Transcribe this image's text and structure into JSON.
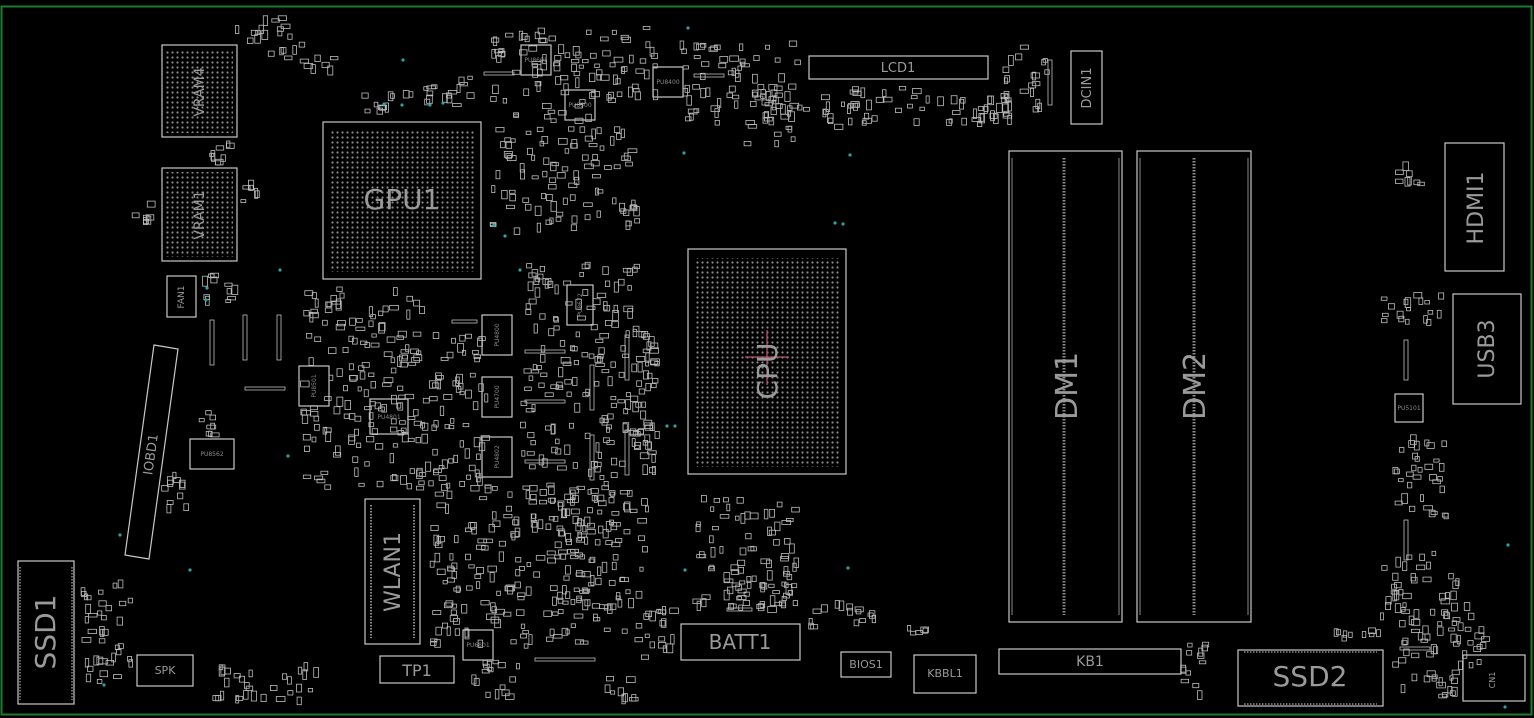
{
  "board": {
    "border_color": "#1e7a2e",
    "outline_color": "#c8c8c8",
    "label_color": "#9a9a9a",
    "via_color": "#2aa3a3",
    "cpu_cross_color": "#c0506a"
  },
  "components": {
    "gpu": "GPU1",
    "cpu": "CPU",
    "vram4": "VRAM4",
    "vram1": "VRAM1",
    "lcd": "LCD1",
    "dcin": "DCIN1",
    "dm1": "DM1",
    "dm2": "DM2",
    "hdmi": "HDMI1",
    "usb3": "USB3",
    "wlan": "WLAN1",
    "iobd": "IOBD1",
    "fan": "FAN1",
    "ssd1": "SSD1",
    "ssd2": "SSD2",
    "spk": "SPK",
    "tp": "TP1",
    "batt": "BATT1",
    "bios": "BIOS1",
    "kbbl": "KBBL1",
    "kb": "KB1",
    "cn": "CN1",
    "pu8562": "PU8562",
    "pu4801": "PU4801",
    "pu4802": "PU4802",
    "pu4700": "PU4700",
    "pu4800": "PU4800",
    "pu8672": "PU8672",
    "pu8601": "PU8601",
    "pu8600": "PU8600",
    "pu8400": "PU8400",
    "pu5101": "PU5101",
    "pu8501": "PU8501",
    "pu6801": "PU6801"
  }
}
